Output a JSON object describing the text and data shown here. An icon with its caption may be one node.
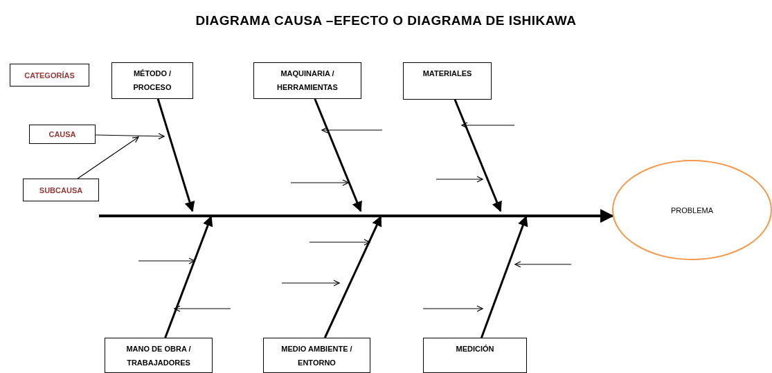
{
  "diagram": {
    "title": "DIAGRAMA CAUSA –EFECTO O DIAGRAMA DE ISHIKAWA",
    "nodes": [
      {
        "text": [
          "CATEGORÍAS"
        ]
      },
      {
        "text": [
          "CAUSA"
        ]
      },
      {
        "text": [
          "SUBCAUSA"
        ]
      },
      {
        "text": [
          "MÉTODO / PROCESO"
        ]
      },
      {
        "text": [
          "MAQUINARIA / HERRAMIENTAS"
        ]
      },
      {
        "text": [
          "MATERIALES"
        ]
      },
      {
        "text": [
          "MANO DE OBRA / TRABAJADORES"
        ]
      },
      {
        "text": [
          "MEDIO AMBIENTE / ENTORNO"
        ]
      },
      {
        "text": [
          "MEDICIÓN"
        ]
      },
      {
        "text": [
          "PROBLEMA"
        ]
      }
    ],
    "edges": [
      {
        "from": 3,
        "to": null,
        "arrow": "to"
      },
      {
        "from": 4,
        "to": null,
        "arrow": "to"
      },
      {
        "from": 5,
        "to": null,
        "arrow": "to"
      },
      {
        "from": 6,
        "to": null,
        "arrow": "to"
      },
      {
        "from": 7,
        "to": null,
        "arrow": "to"
      },
      {
        "from": 8,
        "to": null,
        "arrow": "to"
      },
      {
        "from": null,
        "to": 9,
        "arrow": "to"
      },
      {
        "from": 1,
        "to": null,
        "arrow": "to"
      },
      {
        "from": 2,
        "to": null,
        "arrow": "to"
      }
    ]
  }
}
